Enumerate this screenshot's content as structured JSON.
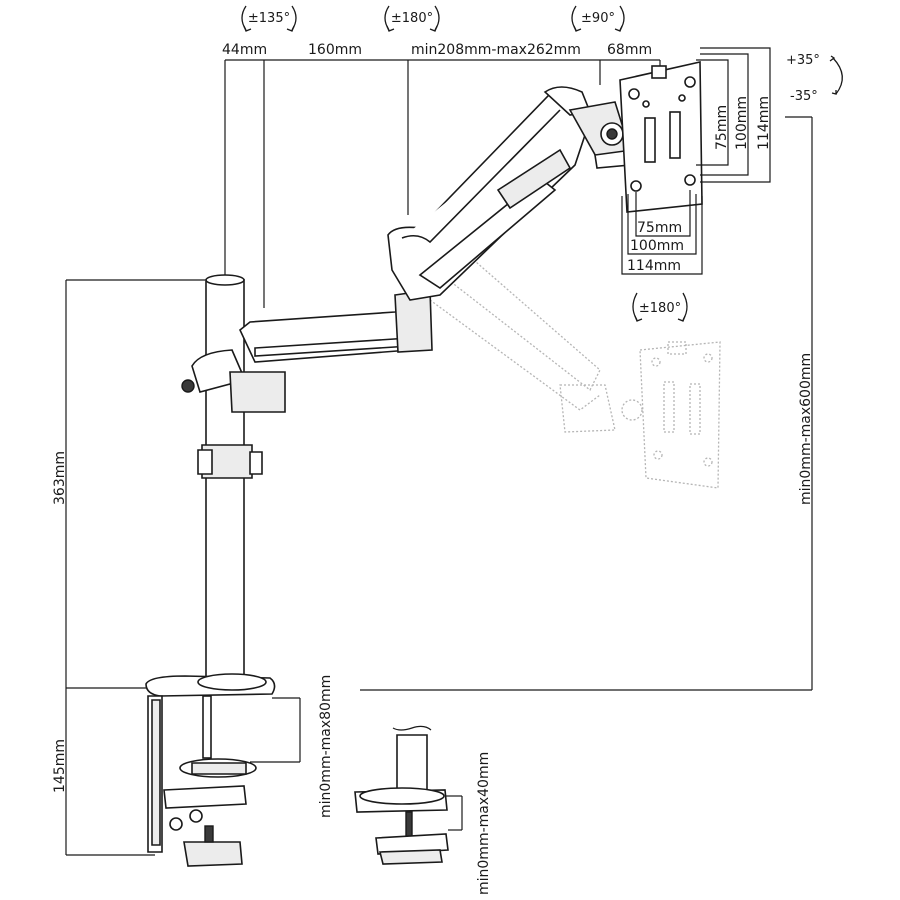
{
  "rotations": {
    "arm_joint": "±135°",
    "elbow": "±180°",
    "swivel": "±90°",
    "tilt_up": "+35°",
    "tilt_down": "-35°",
    "vesa_rotate": "±180°"
  },
  "arm_lengths": {
    "post_offset": "44mm",
    "lower_arm": "160mm",
    "upper_arm": "min208mm-max262mm",
    "head": "68mm"
  },
  "vesa": {
    "h75": "75mm",
    "h100": "100mm",
    "h114": "114mm",
    "v75": "75mm",
    "v100": "100mm",
    "v114": "114mm"
  },
  "heights": {
    "pole": "363mm",
    "clamp": "145mm",
    "height_range": "min0mm-max600mm",
    "clamp_range": "min0mm-max80mm",
    "grommet_range": "min0mm-max40mm"
  }
}
